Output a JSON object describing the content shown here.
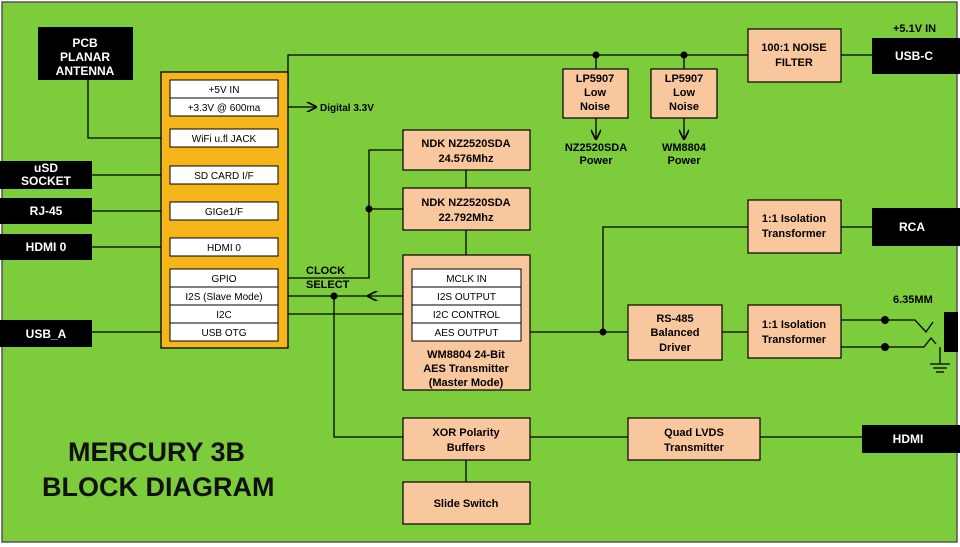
{
  "title": [
    "MERCURY 3B",
    "BLOCK DIAGRAM"
  ],
  "colors": {
    "board": "#7ccc3c",
    "block": "#f9c79e",
    "main": "#f6b51a",
    "port": "#000000",
    "cell": "#ffffff"
  },
  "ports": {
    "antenna": [
      "PCB",
      "PLANAR",
      "ANTENNA"
    ],
    "usd": [
      "uSD",
      "SOCKET"
    ],
    "rj45": "RJ-45",
    "hdmi0": "HDMI 0",
    "usb_a": "USB_A",
    "usb_c": "USB-C",
    "rca": "RCA",
    "hdmi": "HDMI"
  },
  "main_module": [
    "+5V IN",
    "+3.3V @ 600ma",
    "WiFi u.fl JACK",
    "SD CARD I/F",
    "GIGe1/F",
    "HDMI 0",
    "GPIO",
    "I2S (Slave Mode)",
    "I2C",
    "USB OTG"
  ],
  "labels": {
    "supply_in": "+5.1V IN",
    "digital": "Digital 3.3V",
    "clock_select": [
      "CLOCK",
      "SELECT"
    ],
    "jack_size": "6.35MM"
  },
  "blocks": {
    "noise_filter": [
      "100:1 NOISE",
      "FILTER"
    ],
    "lp1": [
      "LP5907",
      "Low",
      "Noise"
    ],
    "lp2": [
      "LP5907",
      "Low",
      "Noise"
    ],
    "nz_power": [
      "NZ2520SDA",
      "Power"
    ],
    "wm_power": [
      "WM8804",
      "Power"
    ],
    "osc1": [
      "NDK NZ2520SDA",
      "24.576Mhz"
    ],
    "osc2": [
      "NDK NZ2520SDA",
      "22.792Mhz"
    ],
    "wm8804_rows": [
      "MCLK IN",
      "I2S OUTPUT",
      "I2C CONTROL",
      "AES OUTPUT"
    ],
    "wm8804_caption": [
      "WM8804 24-Bit",
      "AES Transmitter",
      "(Master Mode)"
    ],
    "iso1": [
      "1:1 Isolation",
      "Transformer"
    ],
    "iso2": [
      "1:1 Isolation",
      "Transformer"
    ],
    "rs485": [
      "RS-485",
      "Balanced",
      "Driver"
    ],
    "xor": [
      "XOR Polarity",
      "Buffers"
    ],
    "lvds": [
      "Quad LVDS",
      "Transmitter"
    ],
    "slide": "Slide Switch"
  }
}
